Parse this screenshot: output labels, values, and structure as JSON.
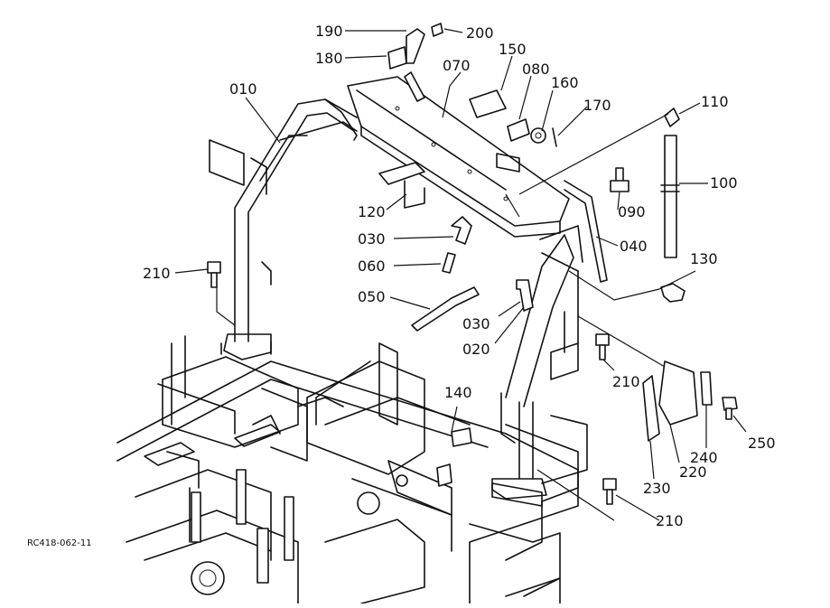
{
  "reference_code": "RC418-062-11",
  "parts": [
    {
      "id": "190",
      "label": "190"
    },
    {
      "id": "200",
      "label": "200"
    },
    {
      "id": "180",
      "label": "180"
    },
    {
      "id": "070",
      "label": "070"
    },
    {
      "id": "150",
      "label": "150"
    },
    {
      "id": "080",
      "label": "080"
    },
    {
      "id": "160",
      "label": "160"
    },
    {
      "id": "010",
      "label": "010"
    },
    {
      "id": "170",
      "label": "170"
    },
    {
      "id": "110",
      "label": "110"
    },
    {
      "id": "100",
      "label": "100"
    },
    {
      "id": "090",
      "label": "090"
    },
    {
      "id": "120",
      "label": "120"
    },
    {
      "id": "030a",
      "label": "030"
    },
    {
      "id": "040",
      "label": "040"
    },
    {
      "id": "060",
      "label": "060"
    },
    {
      "id": "130",
      "label": "130"
    },
    {
      "id": "210a",
      "label": "210"
    },
    {
      "id": "050",
      "label": "050"
    },
    {
      "id": "030b",
      "label": "030"
    },
    {
      "id": "020",
      "label": "020"
    },
    {
      "id": "210b",
      "label": "210"
    },
    {
      "id": "140",
      "label": "140"
    },
    {
      "id": "250",
      "label": "250"
    },
    {
      "id": "240",
      "label": "240"
    },
    {
      "id": "220",
      "label": "220"
    },
    {
      "id": "230",
      "label": "230"
    },
    {
      "id": "210c",
      "label": "210"
    }
  ]
}
